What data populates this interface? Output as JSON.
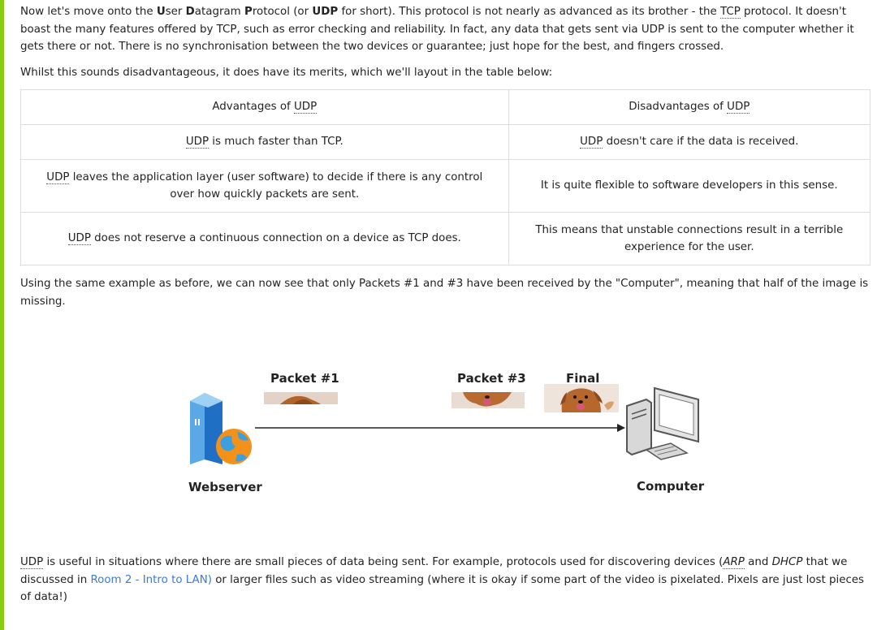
{
  "intro": {
    "t1": "Now let's move onto the ",
    "u": "U",
    "t2": "ser ",
    "d": "D",
    "t3": "atagram ",
    "p": "P",
    "t4": "rotocol (or ",
    "udp": "UDP",
    "t5": " for short). This protocol is not nearly as advanced as its brother - the ",
    "tcp": "TCP",
    "t6": " protocol. It doesn't boast the many features offered by TCP, such as error checking and reliability. In fact, any data that gets sent via UDP is sent to the computer whether it gets there or not. There is no synchronisation between the two devices or guarantee; just hope for the best, and fingers crossed."
  },
  "merits_text": "Whilst this sounds disadvantageous, it does have its merits, which we'll layout in the table below:",
  "table": {
    "headers": {
      "adv_prefix": "Advantages of ",
      "adv_abbr": "UDP",
      "dis_prefix": "Disadvantages of ",
      "dis_abbr": "UDP"
    },
    "rows": [
      {
        "adv_abbr": "UDP",
        "adv_rest": " is much faster than TCP.",
        "dis_abbr": "UDP",
        "dis_rest": " doesn't care if the data is received."
      },
      {
        "adv_abbr": "UDP",
        "adv_rest": " leaves the application layer (user software) to decide if there is any control over how quickly packets are sent.",
        "dis_text": "It is quite flexible to software developers in this sense."
      },
      {
        "adv_abbr": "UDP",
        "adv_rest": " does not reserve a continuous connection on a device as TCP does.",
        "dis_text": "This means that unstable connections result in a terrible experience for the user."
      }
    ]
  },
  "example_text": "Using the same example as before, we can now see that only Packets #1 and #3 have been received by the \"Computer\", meaning that half of the image is missing.",
  "diagram": {
    "packet1": "Packet #1",
    "packet3": "Packet #3",
    "final": "Final",
    "webserver": "Webserver",
    "computer": "Computer"
  },
  "closing": {
    "abbr_udp": "UDP",
    "t1": " is useful in situations where there are small pieces of data being sent. For example, protocols used for discovering devices (",
    "arp": "ARP",
    "t2": " and ",
    "dhcp": "DHCP",
    "t3": " that we discussed in ",
    "link": "Room 2 - Intro to LAN)",
    "t4": " or larger files such as video streaming (where it is okay if some part of the video is pixelated. Pixels are just lost pieces of data!)"
  },
  "colors": {
    "accent": "#88cc14",
    "link": "#3a7bd5",
    "border": "#dddddd"
  }
}
